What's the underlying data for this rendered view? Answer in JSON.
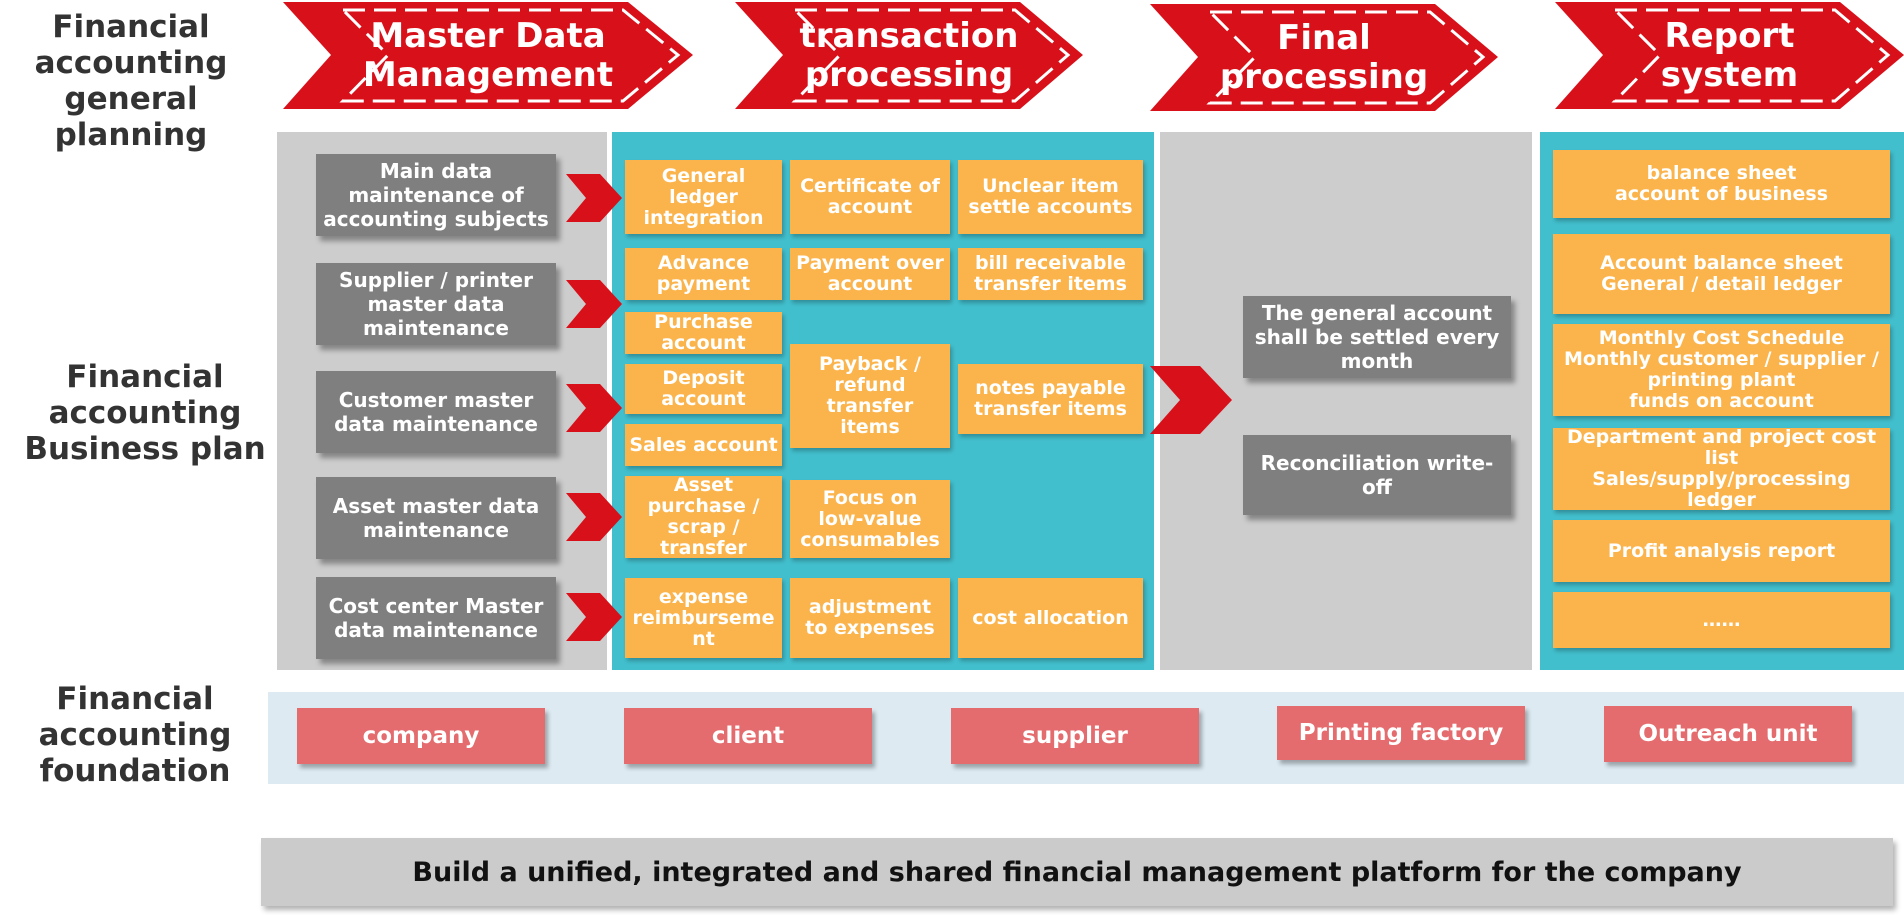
{
  "row_labels": {
    "planning": "Financial\naccounting\ngeneral\nplanning",
    "business": "Financial\naccounting\nBusiness plan",
    "foundation": "Financial\naccounting\nfoundation"
  },
  "phases": [
    "Master Data\nManagement",
    "transaction\nprocessing",
    "Final\nprocessing",
    "Report\nsystem"
  ],
  "master_data": [
    "Main data\nmaintenance of\naccounting subjects",
    "Supplier / printer\nmaster data\nmaintenance",
    "Customer master\ndata maintenance",
    "Asset master data\nmaintenance",
    "Cost center Master\ndata maintenance"
  ],
  "transactions": {
    "general_ledger_integration": "General\nledger\nintegration",
    "certificate_of_account": "Certificate of\naccount",
    "unclear_item": "Unclear item\nsettle accounts",
    "advance_payment": "Advance\npayment",
    "payment_over_account": "Payment over\naccount",
    "bill_receivable": "bill receivable\ntransfer items",
    "purchase_account": "Purchase\naccount",
    "deposit_account": "Deposit\naccount",
    "payback_refund": "Payback /\nrefund\ntransfer\nitems",
    "notes_payable": "notes payable\ntransfer items",
    "sales_account": "Sales account",
    "asset_purchase": "Asset\npurchase /\nscrap /\ntransfer",
    "low_value": "Focus on\nlow-value\nconsumables",
    "expense_reimbursement": "expense\nreimburseme\nnt",
    "adjustment": "adjustment\nto expenses",
    "cost_allocation": "cost allocation"
  },
  "final_processing": [
    "The general account\nshall be settled every\nmonth",
    "Reconciliation write-off"
  ],
  "reports": [
    "balance sheet\naccount of business",
    "Account balance sheet\nGeneral / detail ledger",
    "Monthly Cost Schedule\nMonthly customer / supplier /\nprinting plant\nfunds on account",
    "Department and project cost\nlist\nSales/supply/processing\nledger",
    "Profit analysis report",
    "……"
  ],
  "foundation_units": [
    "company",
    "client",
    "supplier",
    "Printing factory",
    "Outreach unit"
  ],
  "platform_statement": "Build a unified, integrated and shared financial management platform for the company",
  "colors": {
    "chevron_red": "#d8101a",
    "gray_box": "#7f7f7f",
    "orange_box": "#fbb44c",
    "teal_panel": "#42bfcd",
    "gray_panel": "#cdcdcd",
    "pink_box": "#e46c6e",
    "foundation_bg": "#ddeaf2"
  }
}
